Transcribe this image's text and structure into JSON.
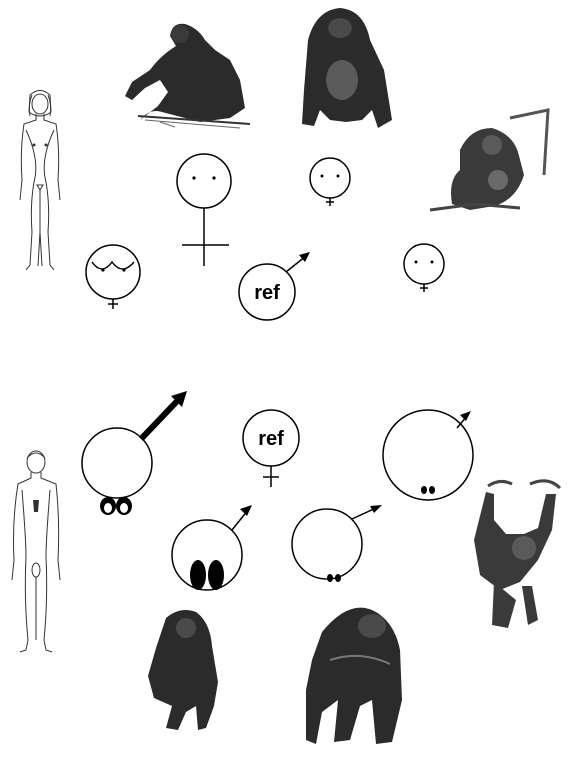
{
  "diagram": {
    "labels": {
      "ref_male": "ref",
      "ref_female": "ref"
    },
    "colors": {
      "ink": "#000000",
      "fur": "#2b2b2b",
      "fur_light": "#6a6a6a",
      "background": "#ffffff"
    },
    "figures": {
      "female_row": [
        "woman-figure",
        "chimpanzee-female-icon",
        "gorilla-female-icon",
        "orangutan-female-icon"
      ],
      "male_row": [
        "man-figure",
        "chimpanzee-male-icon",
        "gorilla-male-icon",
        "orangutan-male-icon"
      ]
    }
  }
}
